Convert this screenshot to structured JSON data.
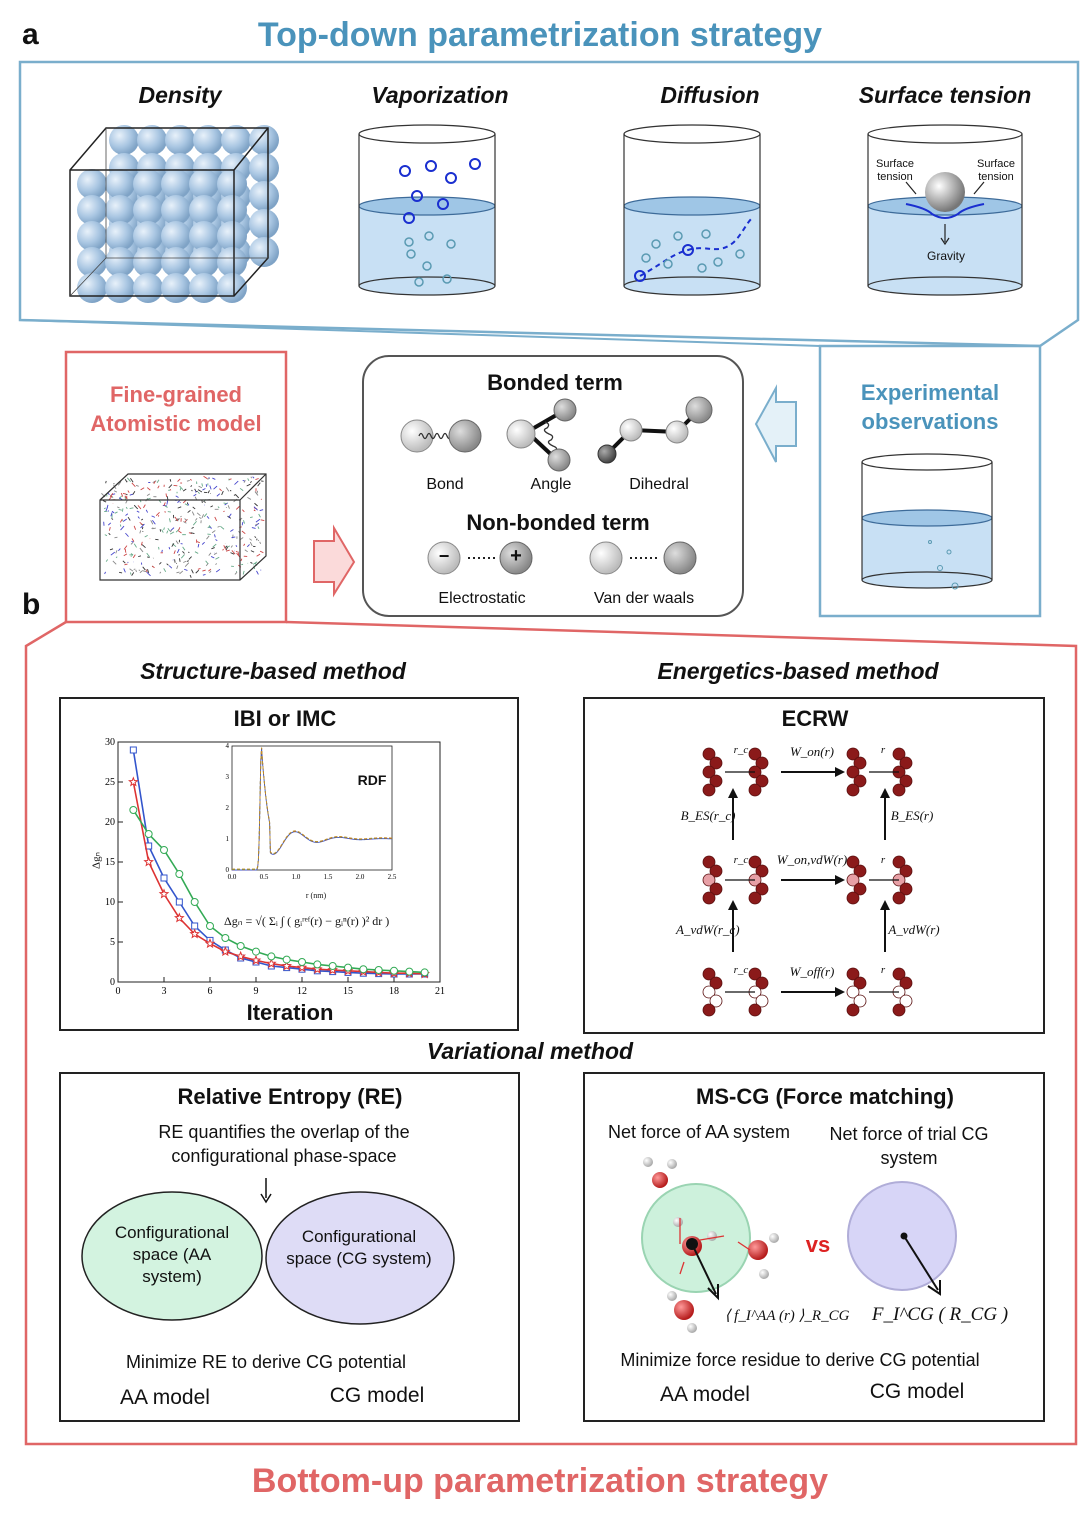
{
  "panel_a": {
    "letter": "a",
    "title": "Top-down parametrization strategy",
    "properties": [
      "Density",
      "Vaporization",
      "Diffusion",
      "Surface tension"
    ],
    "surface_tension_labels": {
      "left": "Surface tension",
      "right": "Surface tension",
      "gravity": "Gravity"
    }
  },
  "middle": {
    "fine_grained_title": "Fine-grained Atomistic model",
    "experimental_title": "Experimental observations",
    "bonded_title": "Bonded term",
    "bonded_items": [
      "Bond",
      "Angle",
      "Dihedral"
    ],
    "nonbonded_title": "Non-bonded term",
    "nonbonded_items": [
      "Electrostatic",
      "Van der waals"
    ],
    "minus_sign": "−",
    "plus_sign": "+"
  },
  "panel_b": {
    "letter": "b",
    "title": "Bottom-up parametrization strategy",
    "structure_header": "Structure-based method",
    "energetics_header": "Energetics-based method",
    "variational_header": "Variational method",
    "ibi_box": {
      "title": "IBI or IMC",
      "xlabel": "Iteration",
      "ylabel": "Δgₙ",
      "inset_label": "RDF",
      "inset_xlabel": "r (nm)",
      "formula": "Δgₙ = √( Σᵢ ∫ ( gᵢʳᵉᶠ(r) − gᵢⁿ(r) )² dr )"
    },
    "ecrw_box": {
      "title": "ECRW",
      "w_on": "W_on(r)",
      "w_on_vdw": "W_on,vdW(r)",
      "w_off": "W_off(r)",
      "b_es_rc": "B_ES(r_c)",
      "b_es_r": "B_ES(r)",
      "a_vdw_rc": "A_vdW(r_c)",
      "a_vdw_r": "A_vdW(r)",
      "rc": "r_c",
      "r": "r"
    },
    "re_box": {
      "title": "Relative Entropy (RE)",
      "desc": "RE quantifies the overlap of the configurational phase-space",
      "aa_space": "Configurational space (AA system)",
      "cg_space": "Configurational space (CG system)",
      "minimize": "Minimize RE to derive CG potential",
      "aa_model": "AA model",
      "cg_model": "CG model"
    },
    "mscg_box": {
      "title": "MS-CG (Force matching)",
      "net_aa": "Net force of AA system",
      "net_cg": "Net force of trial CG system",
      "vs": "vs",
      "f_aa": "⟨ f_I^AA (r) ⟩_R_CG",
      "f_cg": "F_I^CG ( R_CG )",
      "minimize": "Minimize force residue to derive CG potential",
      "aa_model": "AA model",
      "cg_model": "CG model"
    }
  },
  "chart_data": {
    "type": "line",
    "title": "",
    "xlabel": "Iteration",
    "ylabel": "Δgₙ",
    "xlim": [
      0,
      21
    ],
    "ylim": [
      0,
      30
    ],
    "xticks": [
      0,
      3,
      6,
      9,
      12,
      15,
      18,
      21
    ],
    "yticks": [
      0,
      5,
      10,
      15,
      20,
      25,
      30
    ],
    "series": [
      {
        "color": "#3355cc",
        "marker": "square",
        "x": [
          1,
          2,
          3,
          4,
          5,
          6,
          7,
          8,
          9,
          10,
          11,
          12,
          13,
          14,
          15,
          16,
          17,
          18,
          19,
          20
        ],
        "y": [
          29,
          17,
          13,
          10,
          7,
          5.2,
          4,
          3,
          2.5,
          2,
          1.8,
          1.6,
          1.4,
          1.3,
          1.2,
          1.1,
          1.05,
          1,
          1,
          1
        ]
      },
      {
        "color": "#dd3333",
        "marker": "star",
        "x": [
          1,
          2,
          3,
          4,
          5,
          6,
          7,
          8,
          9,
          10,
          11,
          12,
          13,
          14,
          15,
          16,
          17,
          18,
          19,
          20
        ],
        "y": [
          25,
          15,
          11,
          8,
          6,
          4.8,
          3.8,
          3.2,
          2.7,
          2.3,
          2,
          1.8,
          1.6,
          1.5,
          1.4,
          1.3,
          1.2,
          1.1,
          1.1,
          1
        ]
      },
      {
        "color": "#33aa55",
        "marker": "circle",
        "x": [
          1,
          2,
          3,
          4,
          5,
          6,
          7,
          8,
          9,
          10,
          11,
          12,
          13,
          14,
          15,
          16,
          17,
          18,
          19,
          20
        ],
        "y": [
          21.5,
          18.5,
          16.5,
          13.5,
          10,
          7,
          5.5,
          4.5,
          3.8,
          3.2,
          2.8,
          2.5,
          2.2,
          2,
          1.8,
          1.6,
          1.5,
          1.4,
          1.3,
          1.2
        ]
      }
    ],
    "inset": {
      "label": "RDF",
      "xlabel": "r (nm)",
      "xlim": [
        0,
        2.5
      ],
      "ylim": [
        0,
        4
      ],
      "xticks": [
        0.0,
        0.5,
        1.0,
        1.5,
        2.0,
        2.5
      ],
      "yticks": [
        0,
        1,
        2,
        3,
        4
      ]
    }
  }
}
